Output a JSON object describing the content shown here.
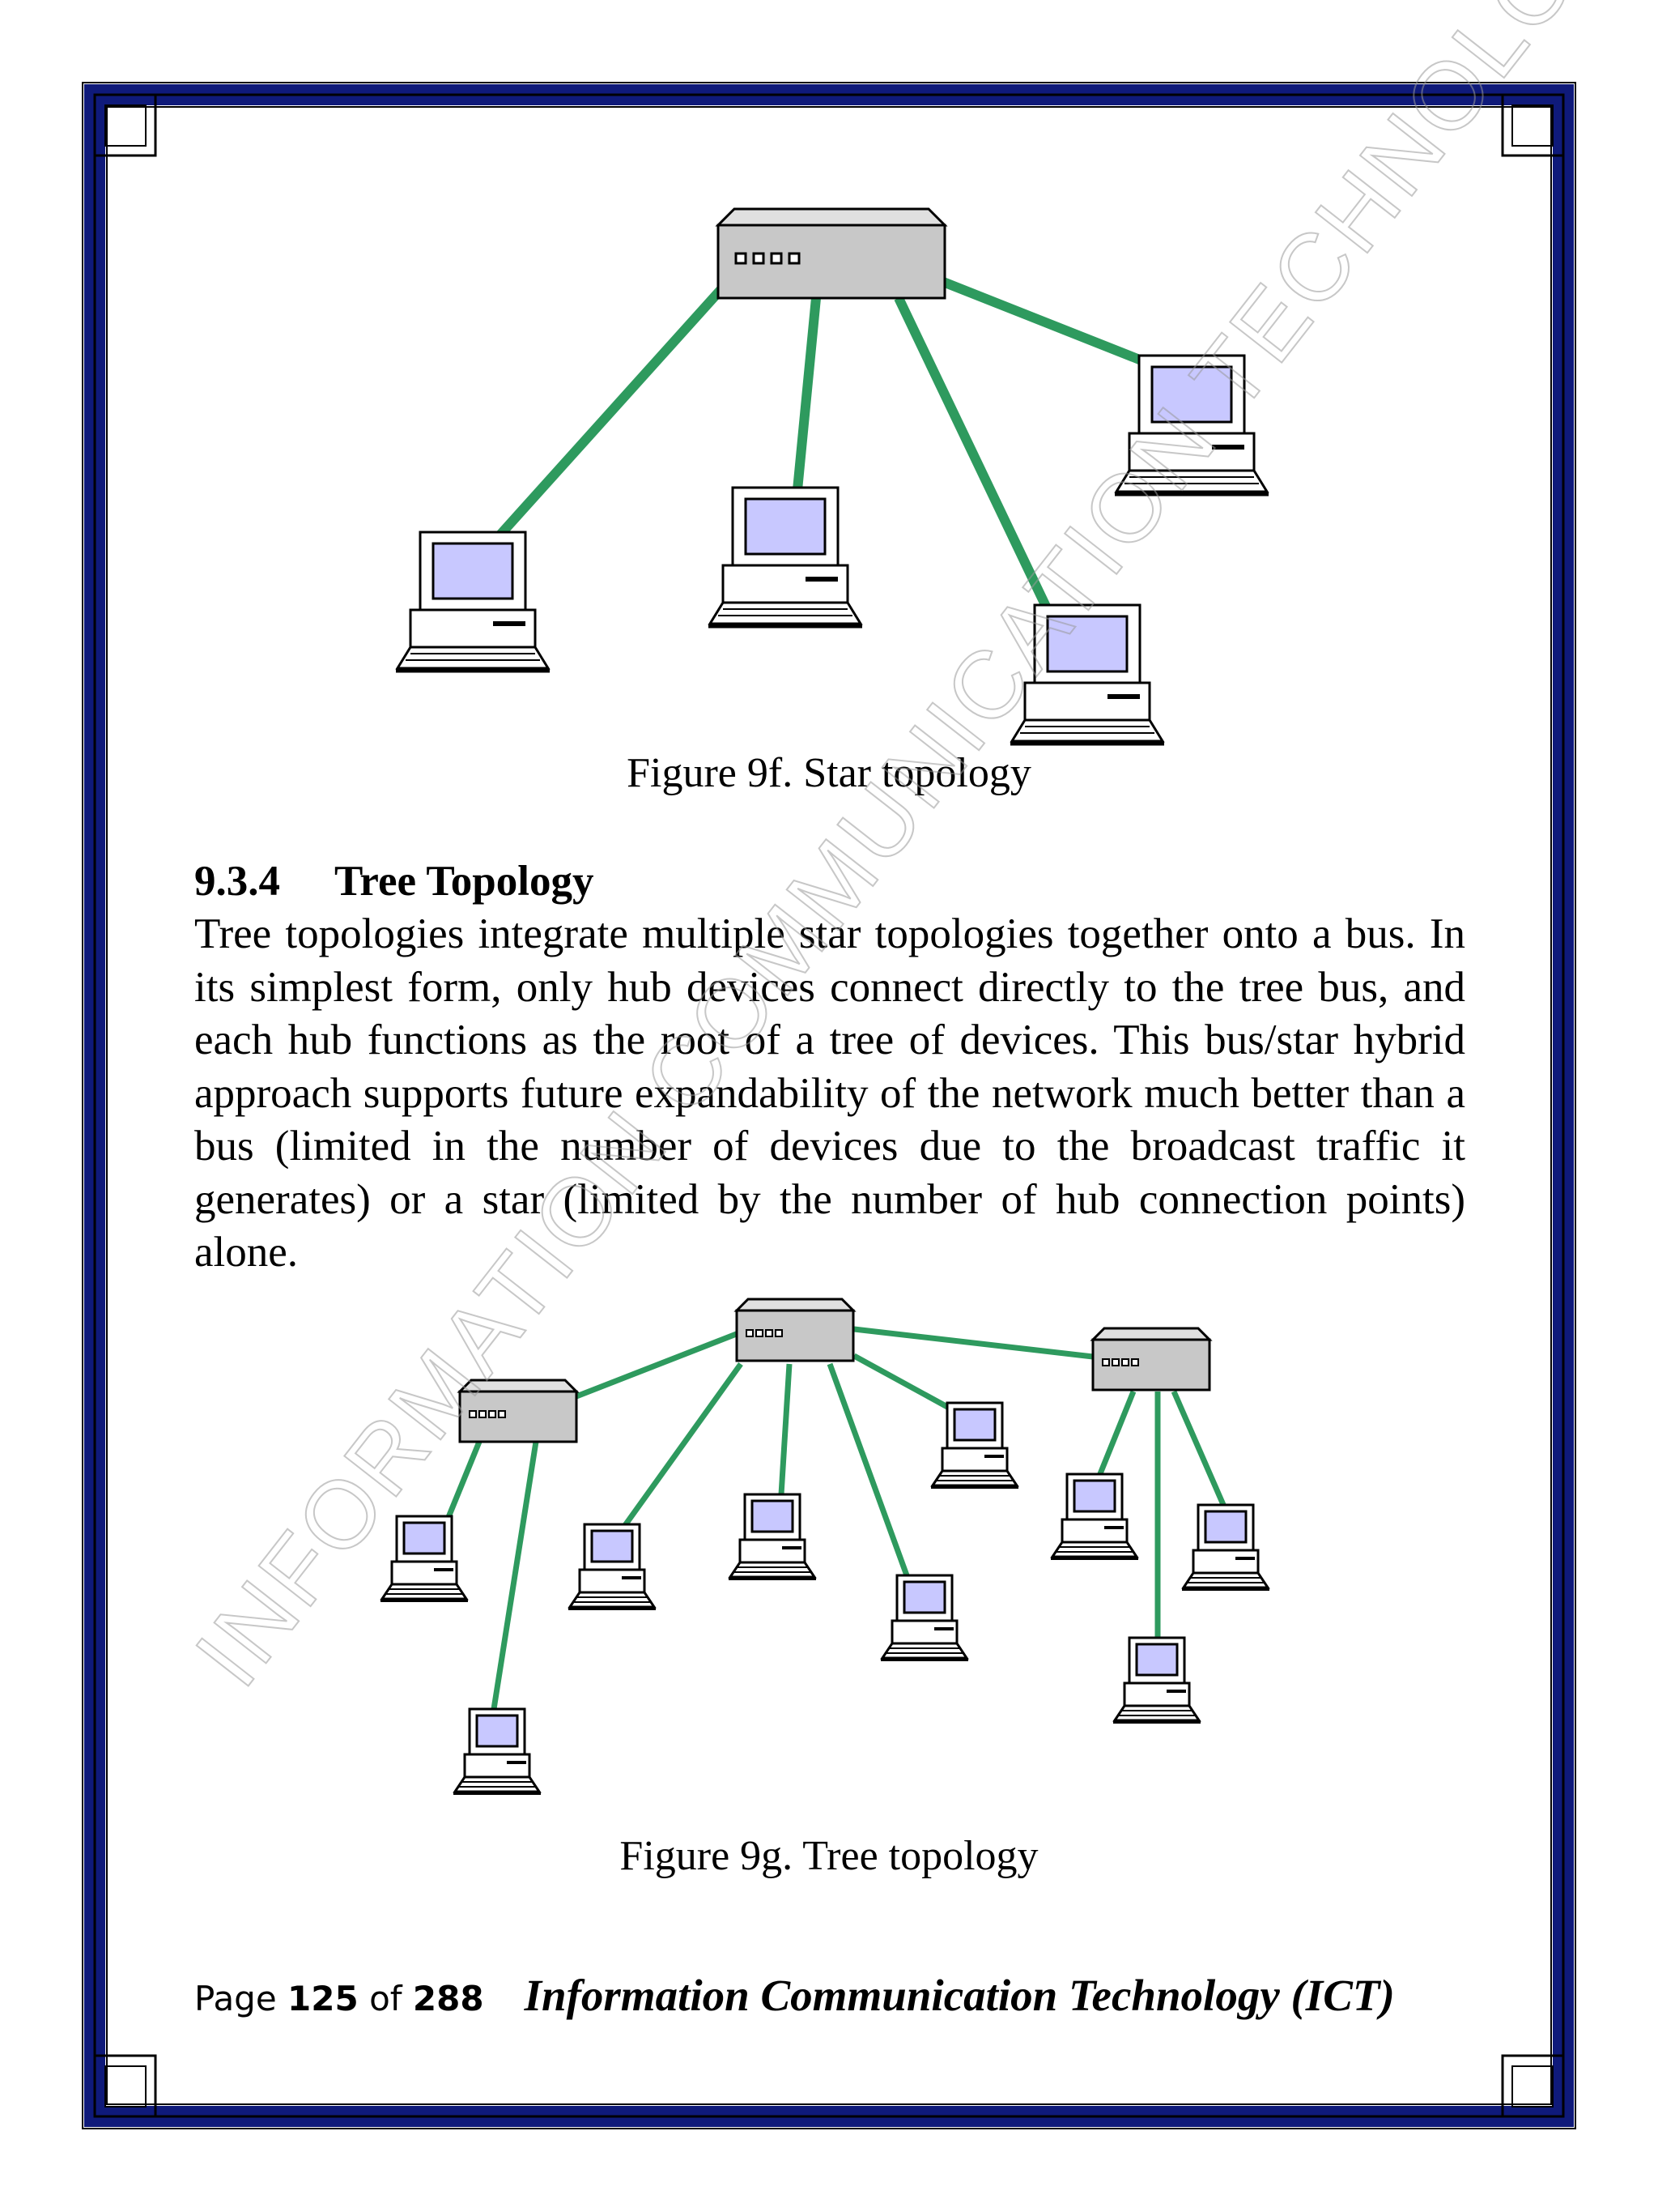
{
  "figure_f": {
    "caption": "Figure 9f. Star topology"
  },
  "section": {
    "number": "9.3.4",
    "title": "Tree Topology",
    "paragraph": "Tree topologies integrate multiple star topologies together onto a bus. In its simplest form, only hub devices connect directly to the tree bus, and each hub functions as the root of a tree of devices. This bus/star hybrid approach supports future expandability of the network much better than a bus (limited in the number of devices due to the broadcast traffic it generates) or a star (limited by the number of hub connection points) alone."
  },
  "figure_g": {
    "caption": "Figure 9g. Tree topology"
  },
  "watermark": {
    "text": "INFORMATION COMMUNICATION TECHNOLOGY (ICT)"
  },
  "footer": {
    "page_label": "Page",
    "page_number": "125",
    "of_label": "of",
    "total_pages": "288",
    "book_title": "Information Communication Technology (ICT)"
  },
  "colors": {
    "border_navy": "#0f1a7a",
    "link_green": "#2e9a5e",
    "hub_gray": "#c8c8c8",
    "screen_lavender": "#c8c8ff"
  }
}
